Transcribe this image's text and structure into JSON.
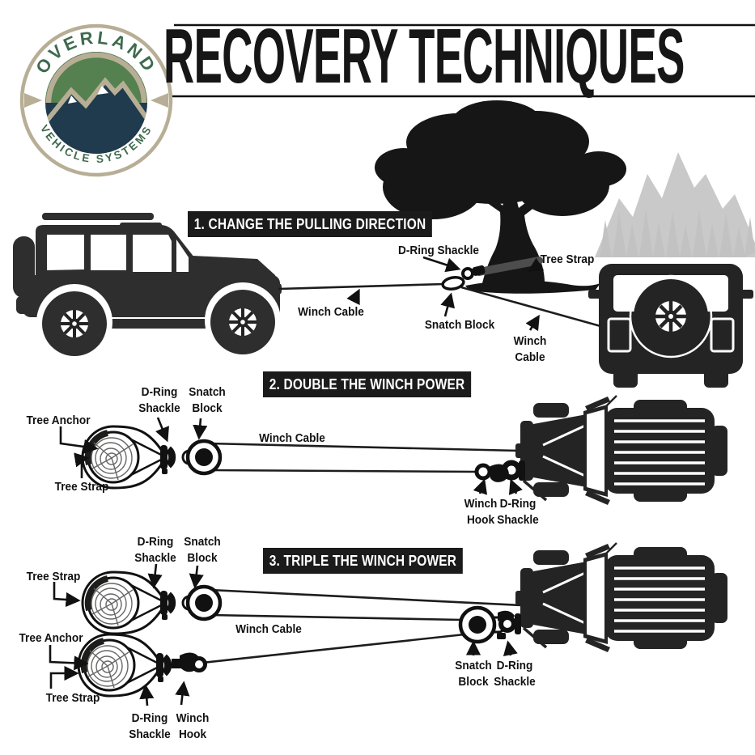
{
  "title": "RECOVERY TECHNIQUES",
  "logo": {
    "arc_top": "OVERLAND",
    "arc_bottom": "VEHICLE SYSTEMS"
  },
  "colors": {
    "ink": "#1d1d1b",
    "header_bg": "#1b1b1b",
    "header_text": "#ffffff",
    "mountains_gray": "#c9c9c9",
    "strap_gray": "#4d4d4d",
    "logo_green_text": "#3e6a4e",
    "logo_green_fill": "#55804f",
    "logo_navy": "#1f3b4d",
    "logo_tan": "#b7ae95"
  },
  "sections": [
    {
      "header": "1. CHANGE THE PULLING DIRECTION",
      "labels": {
        "d_ring_shackle": "D-Ring Shackle",
        "tree_strap": "Tree Strap",
        "winch_cable_left": "Winch Cable",
        "snatch_block": "Snatch Block",
        "winch_cable_right": "Winch Cable"
      }
    },
    {
      "header": "2. DOUBLE THE WINCH POWER",
      "labels": {
        "tree_anchor": "Tree Anchor",
        "tree_strap": "Tree Strap",
        "d_ring_shackle": "D-Ring Shackle",
        "snatch_block": "Snatch Block",
        "winch_cable": "Winch Cable",
        "winch_hook": "Winch Hook",
        "d_ring_shackle_vehicle": "D-Ring Shackle"
      }
    },
    {
      "header": "3. TRIPLE THE WINCH POWER",
      "labels": {
        "d_ring_shackle_top": "D-Ring Shackle",
        "snatch_block_top": "Snatch Block",
        "tree_strap_top": "Tree Strap",
        "winch_cable": "Winch Cable",
        "tree_anchor": "Tree Anchor",
        "tree_strap_bottom": "Tree Strap",
        "d_ring_shackle_bottom": "D-Ring Shackle",
        "winch_hook": "Winch Hook",
        "snatch_block_vehicle": "Snatch Block",
        "d_ring_shackle_vehicle": "D-Ring Shackle"
      }
    }
  ]
}
